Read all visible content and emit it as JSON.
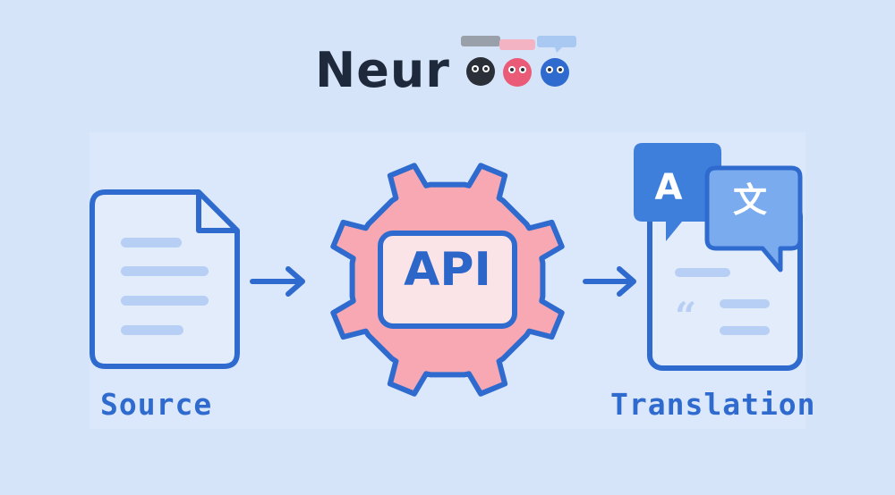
{
  "logo": {
    "text": "Neur",
    "mark_colors": [
      "#2b2f38",
      "#ea5b78",
      "#2f6bcf"
    ]
  },
  "nodes": {
    "source": {
      "label": "Source",
      "icon": "document-icon"
    },
    "api": {
      "label": "API",
      "icon": "gear-icon"
    },
    "translation": {
      "label": "Translation",
      "icon": "translate-icon",
      "glyph_latin": "A",
      "glyph_cjk": "文"
    }
  },
  "colors": {
    "background": "#d6e4fa",
    "stroke": "#2f6bcf",
    "gear_fill": "#f7a8b2",
    "doc_fill": "#e3ecfb",
    "line_fill": "#b7cff5"
  }
}
